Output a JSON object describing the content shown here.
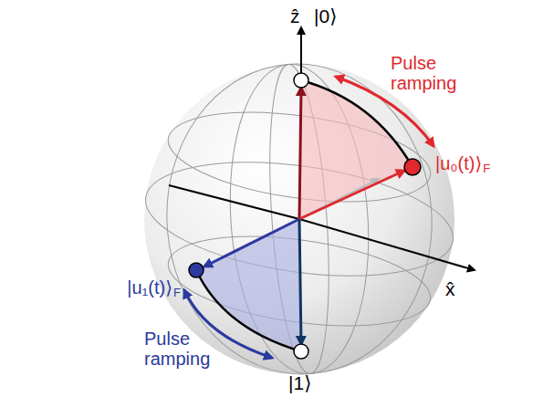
{
  "diagram": {
    "labels": [
      "ẑ",
      "|0⟩",
      "Pulse ramping",
      "|u₀(t)⟩",
      "F",
      "x̂",
      "|u₁(t)⟩",
      "F",
      "Pulse ramping",
      "|1⟩"
    ]
  }
}
